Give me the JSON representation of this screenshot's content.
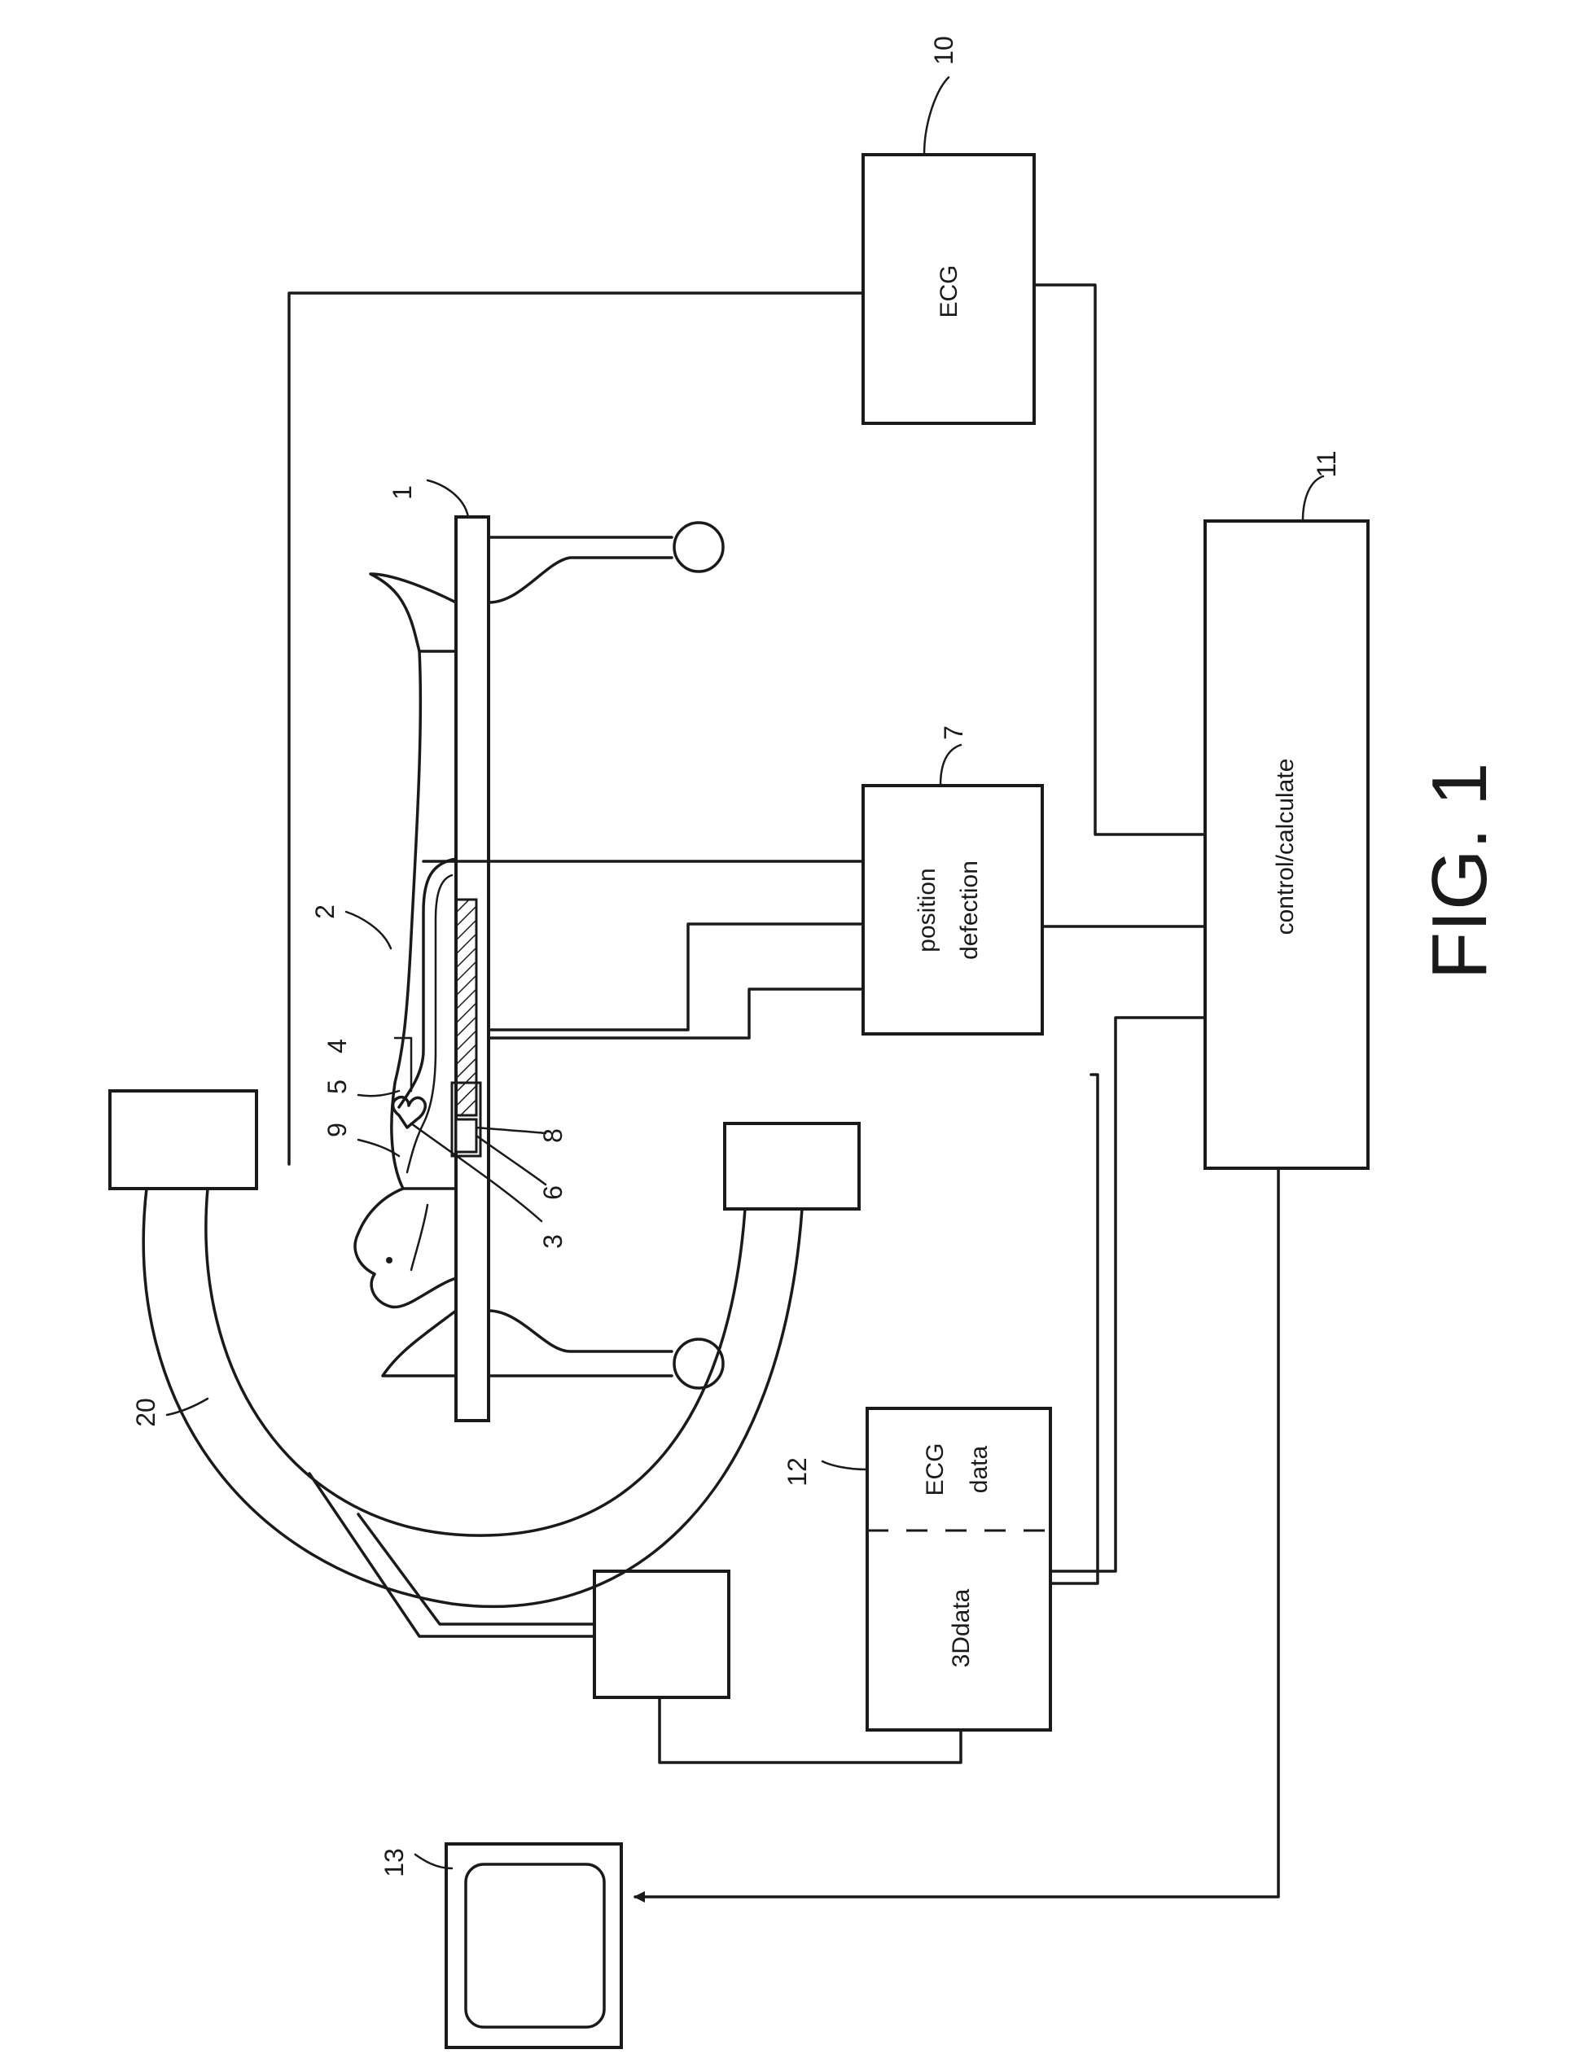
{
  "figure": {
    "caption": "FIG. 1"
  },
  "blocks": {
    "ecg": {
      "ref": "10",
      "label": "ECG"
    },
    "control": {
      "ref": "11",
      "label": "control/calculate"
    },
    "position": {
      "ref": "7",
      "label_line1": "position",
      "label_line2": "defection"
    },
    "storage": {
      "ref": "12",
      "left_label": "3Ddata",
      "right_label_line1": "ECG",
      "right_label_line2": "data"
    },
    "monitor": {
      "ref": "13"
    },
    "c_arm": {
      "ref": "20"
    }
  },
  "patient_refs": {
    "table": "1",
    "patient": "2",
    "heart": "3",
    "sensor_4": "4",
    "sensor_5": "5",
    "sensor_6": "6",
    "field_generator": "8",
    "lead": "9"
  }
}
